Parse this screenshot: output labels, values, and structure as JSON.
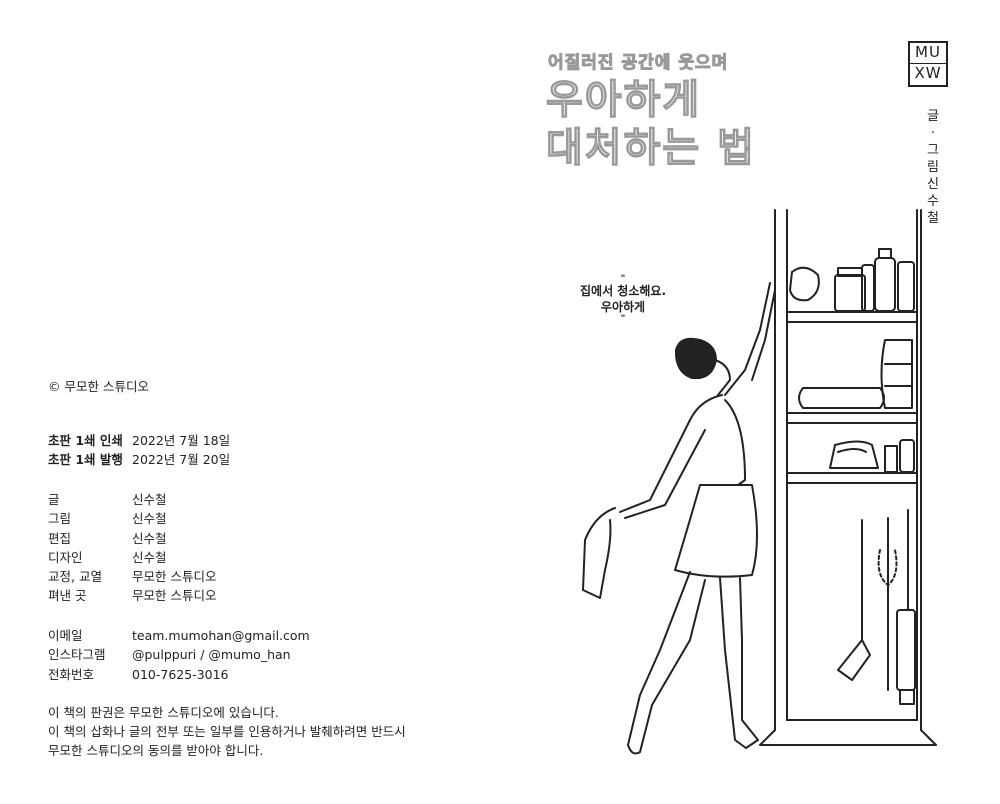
{
  "cover": {
    "subtitle": "어질러진 공간에 웃으며",
    "title_line1": "우아하게",
    "title_line2": "대처하는 법",
    "logo": {
      "top": "MU",
      "bottom": "XW"
    },
    "credit": "글·그림 신수철",
    "speech": {
      "open_quote": "\"",
      "line1": "집에서 청소해요.",
      "line2": "우아하게",
      "close_quote": "\""
    }
  },
  "colophon": {
    "copyright": "© 무모한 스튜디오",
    "editions": [
      {
        "label": "초판 1쇄 인쇄",
        "value": "2022년 7월 18일"
      },
      {
        "label": "초판 1쇄 발행",
        "value": "2022년 7월 20일"
      }
    ],
    "staff": [
      {
        "label": "글",
        "value": "신수철"
      },
      {
        "label": "그림",
        "value": "신수철"
      },
      {
        "label": "편집",
        "value": "신수철"
      },
      {
        "label": "디자인",
        "value": "신수철"
      },
      {
        "label": "교정, 교열",
        "value": "무모한 스튜디오"
      },
      {
        "label": "펴낸 곳",
        "value": "무모한 스튜디오"
      }
    ],
    "contact": [
      {
        "label": "이메일",
        "value": "team.mumohan@gmail.com"
      },
      {
        "label": "인스타그램",
        "value": "@pulppuri / @mumo_han"
      },
      {
        "label": "전화번호",
        "value": "010-7625-3016"
      }
    ],
    "notice": [
      "이 책의 판권은 무모한 스튜디오에 있습니다.",
      "이 책의 삽화나 글의 전부 또는 일부를 인용하거나 발췌하려면 반드시",
      "무모한 스튜디오의 동의를 받아야 합니다."
    ]
  }
}
